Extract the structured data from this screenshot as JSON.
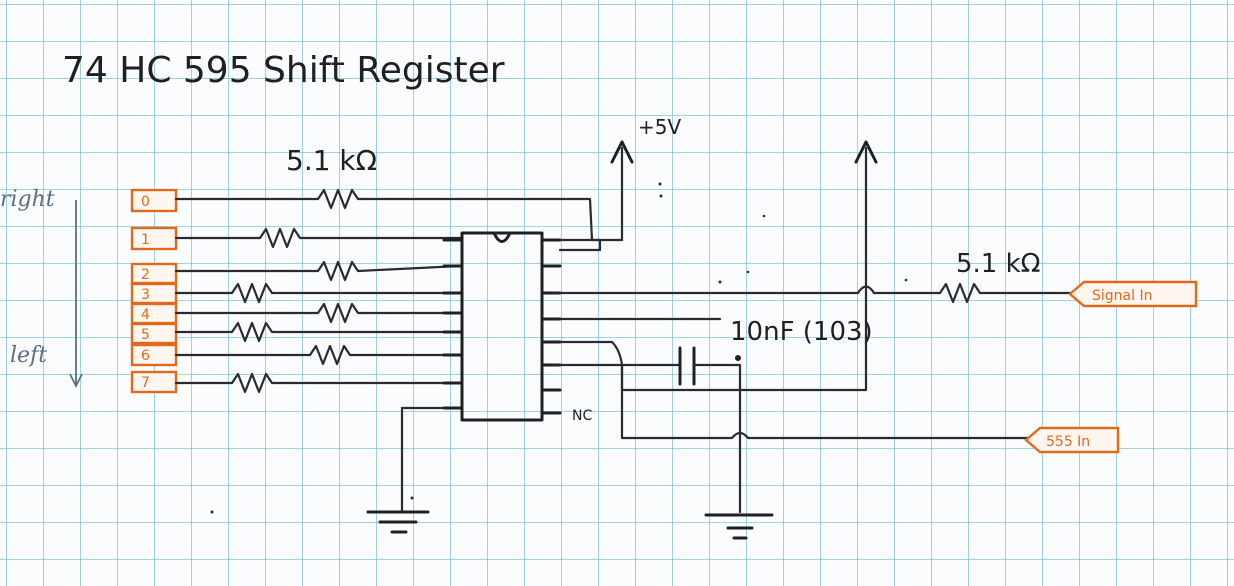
{
  "diagram": {
    "title": "74 HC 595   Shift Register",
    "supply_label": "+5V",
    "resistor_label_top": "5.1 kΩ",
    "resistor_label_right": "5.1 kΩ",
    "capacitor_label": "10nF (103)",
    "nc_label": "NC",
    "direction_labels": {
      "top": "right",
      "bottom": "left"
    },
    "inputs": [
      {
        "label": "Signal In"
      },
      {
        "label": "555 In"
      }
    ],
    "led_outputs": [
      "0",
      "1",
      "2",
      "3",
      "4",
      "5",
      "6",
      "7"
    ],
    "colors": {
      "ink": "#1f1f24",
      "tags": "#e06a1c",
      "grid": "#5aaad7",
      "pencil": "#5a6e86"
    }
  }
}
